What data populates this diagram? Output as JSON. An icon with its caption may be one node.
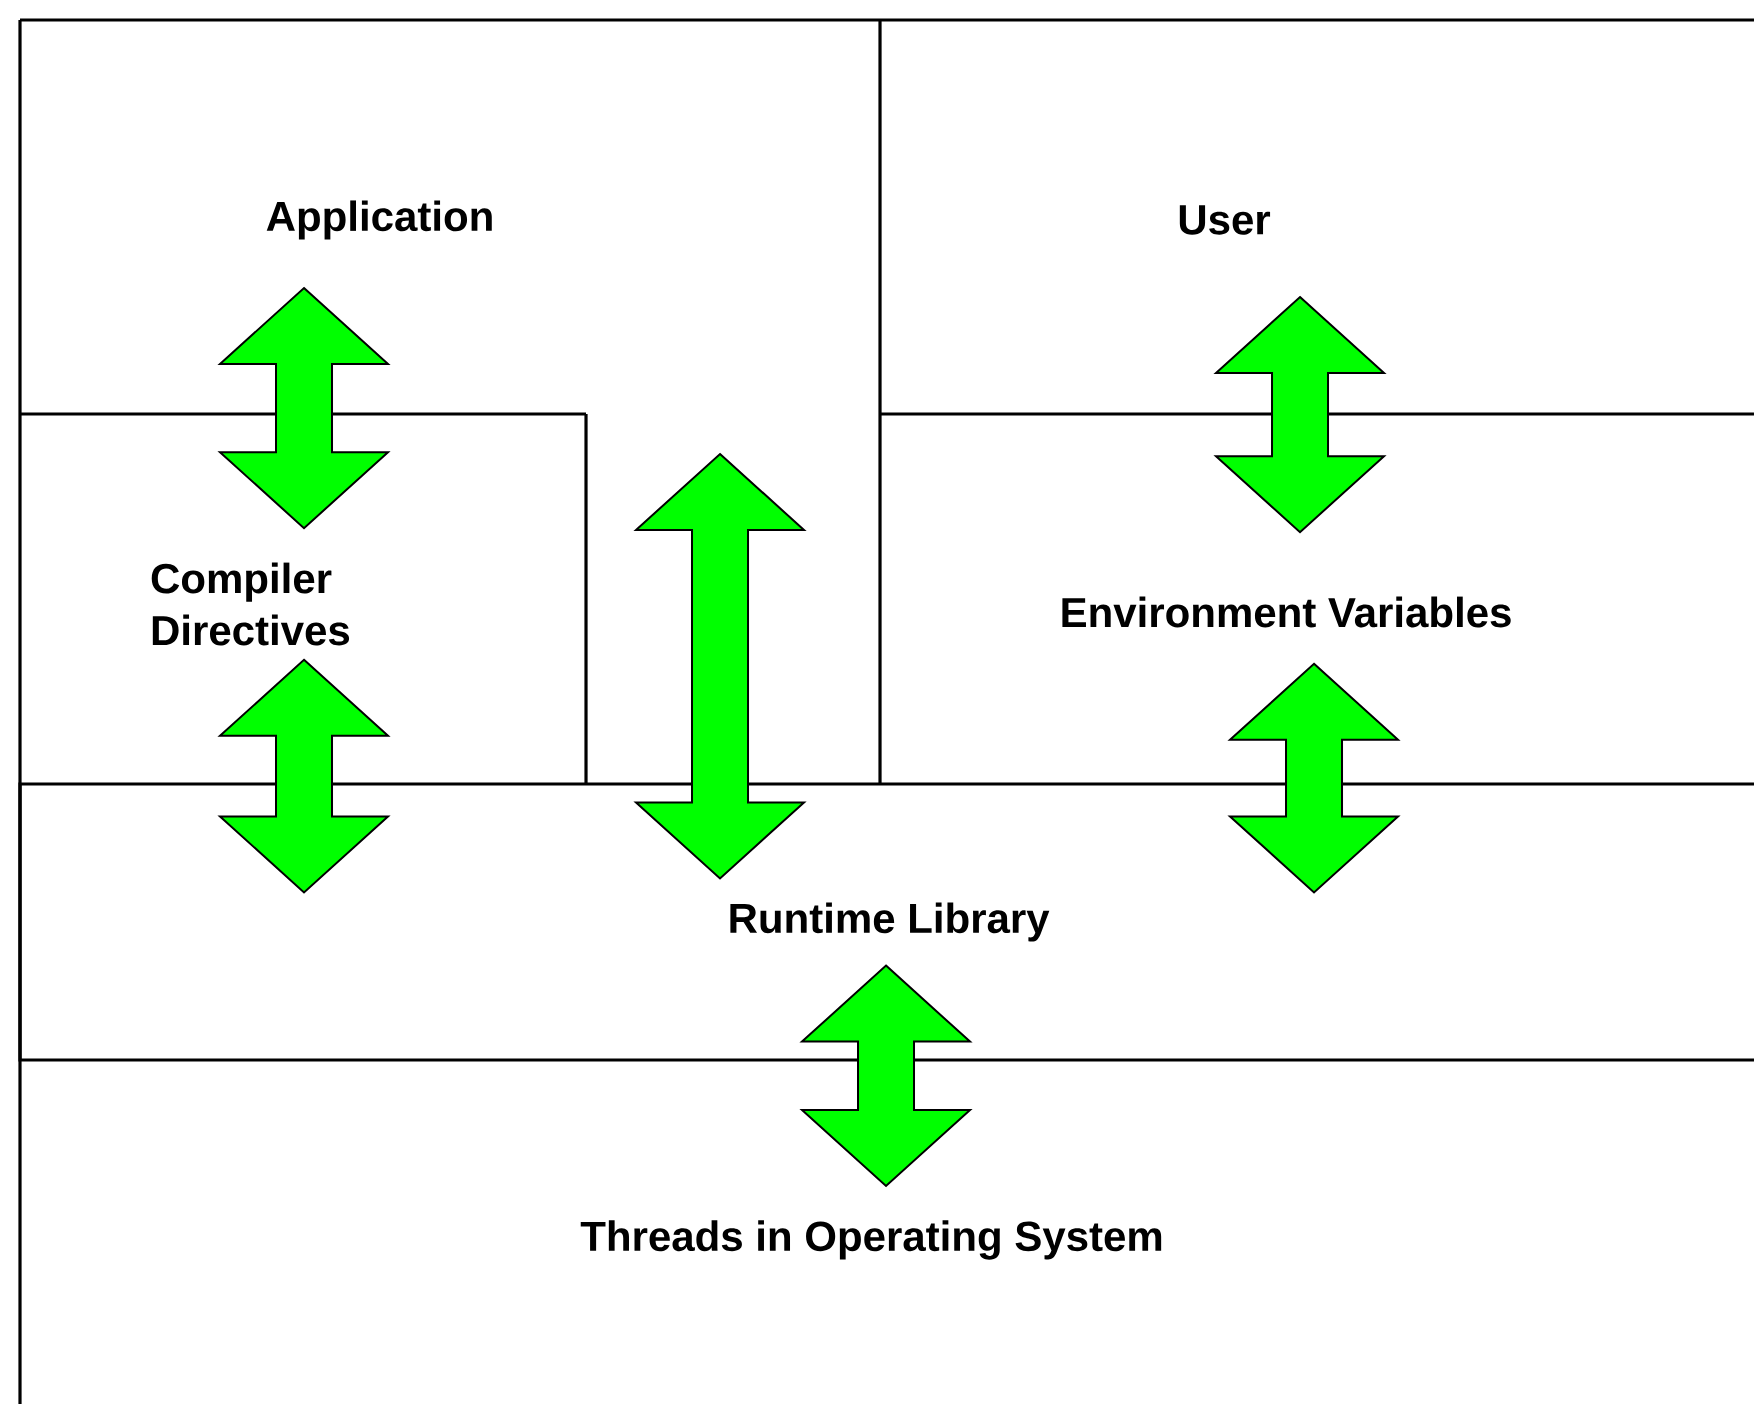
{
  "diagram": {
    "nodes": [
      {
        "text": [
          "Application"
        ]
      },
      {
        "text": [
          "User"
        ]
      },
      {
        "text": [
          "Compiler Directives"
        ]
      },
      {
        "text": [
          "Environment Variables"
        ]
      },
      {
        "text": [
          "Runtime Library"
        ]
      },
      {
        "text": [
          "Threads in Operating System"
        ]
      }
    ],
    "edges": [
      {
        "from": 0,
        "to": 2,
        "arrow": "both"
      },
      {
        "from": 2,
        "to": 4,
        "arrow": "both"
      },
      {
        "from": 1,
        "to": 3,
        "arrow": "both"
      },
      {
        "from": 3,
        "to": 4,
        "arrow": "both"
      },
      {
        "from": 0,
        "to": 4,
        "arrow": "both"
      },
      {
        "from": 4,
        "to": 5,
        "arrow": "both"
      }
    ]
  }
}
